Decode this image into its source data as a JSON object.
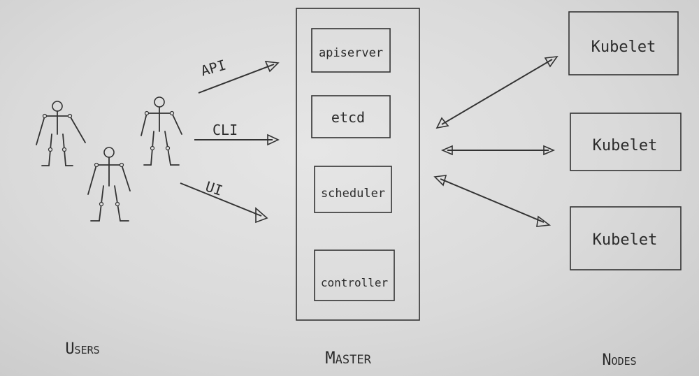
{
  "columns": {
    "users": "Users",
    "master": "Master",
    "nodes": "Nodes"
  },
  "user_channels": {
    "api": "API",
    "cli": "CLI",
    "ui": "UI"
  },
  "master_components": {
    "apiserver": "apiserver",
    "etcd": "etcd",
    "scheduler": "scheduler",
    "controller": "controller"
  },
  "nodes": [
    {
      "label": "Kubelet"
    },
    {
      "label": "Kubelet"
    },
    {
      "label": "Kubelet"
    }
  ]
}
